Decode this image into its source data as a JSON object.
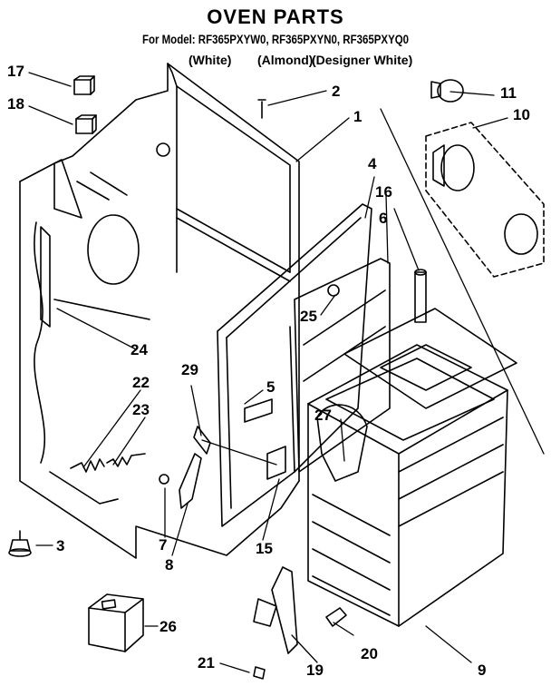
{
  "header": {
    "title": "OVEN PARTS",
    "model_line": "For Model: RF365PXYW0, RF365PXYN0, RF365PXYQ0",
    "variant_white": "(White)",
    "variant_almond": "(Almond)",
    "variant_designer": "(Designer White)"
  },
  "callouts": {
    "c1": "1",
    "c2": "2",
    "c3": "3",
    "c4": "4",
    "c5": "5",
    "c6": "6",
    "c7": "7",
    "c8": "8",
    "c9": "9",
    "c10": "10",
    "c11": "11",
    "c15": "15",
    "c16": "16",
    "c17": "17",
    "c18": "18",
    "c19": "19",
    "c20": "20",
    "c21": "21",
    "c22": "22",
    "c23": "23",
    "c24": "24",
    "c25": "25",
    "c26": "26",
    "c27": "27",
    "c29": "29"
  }
}
